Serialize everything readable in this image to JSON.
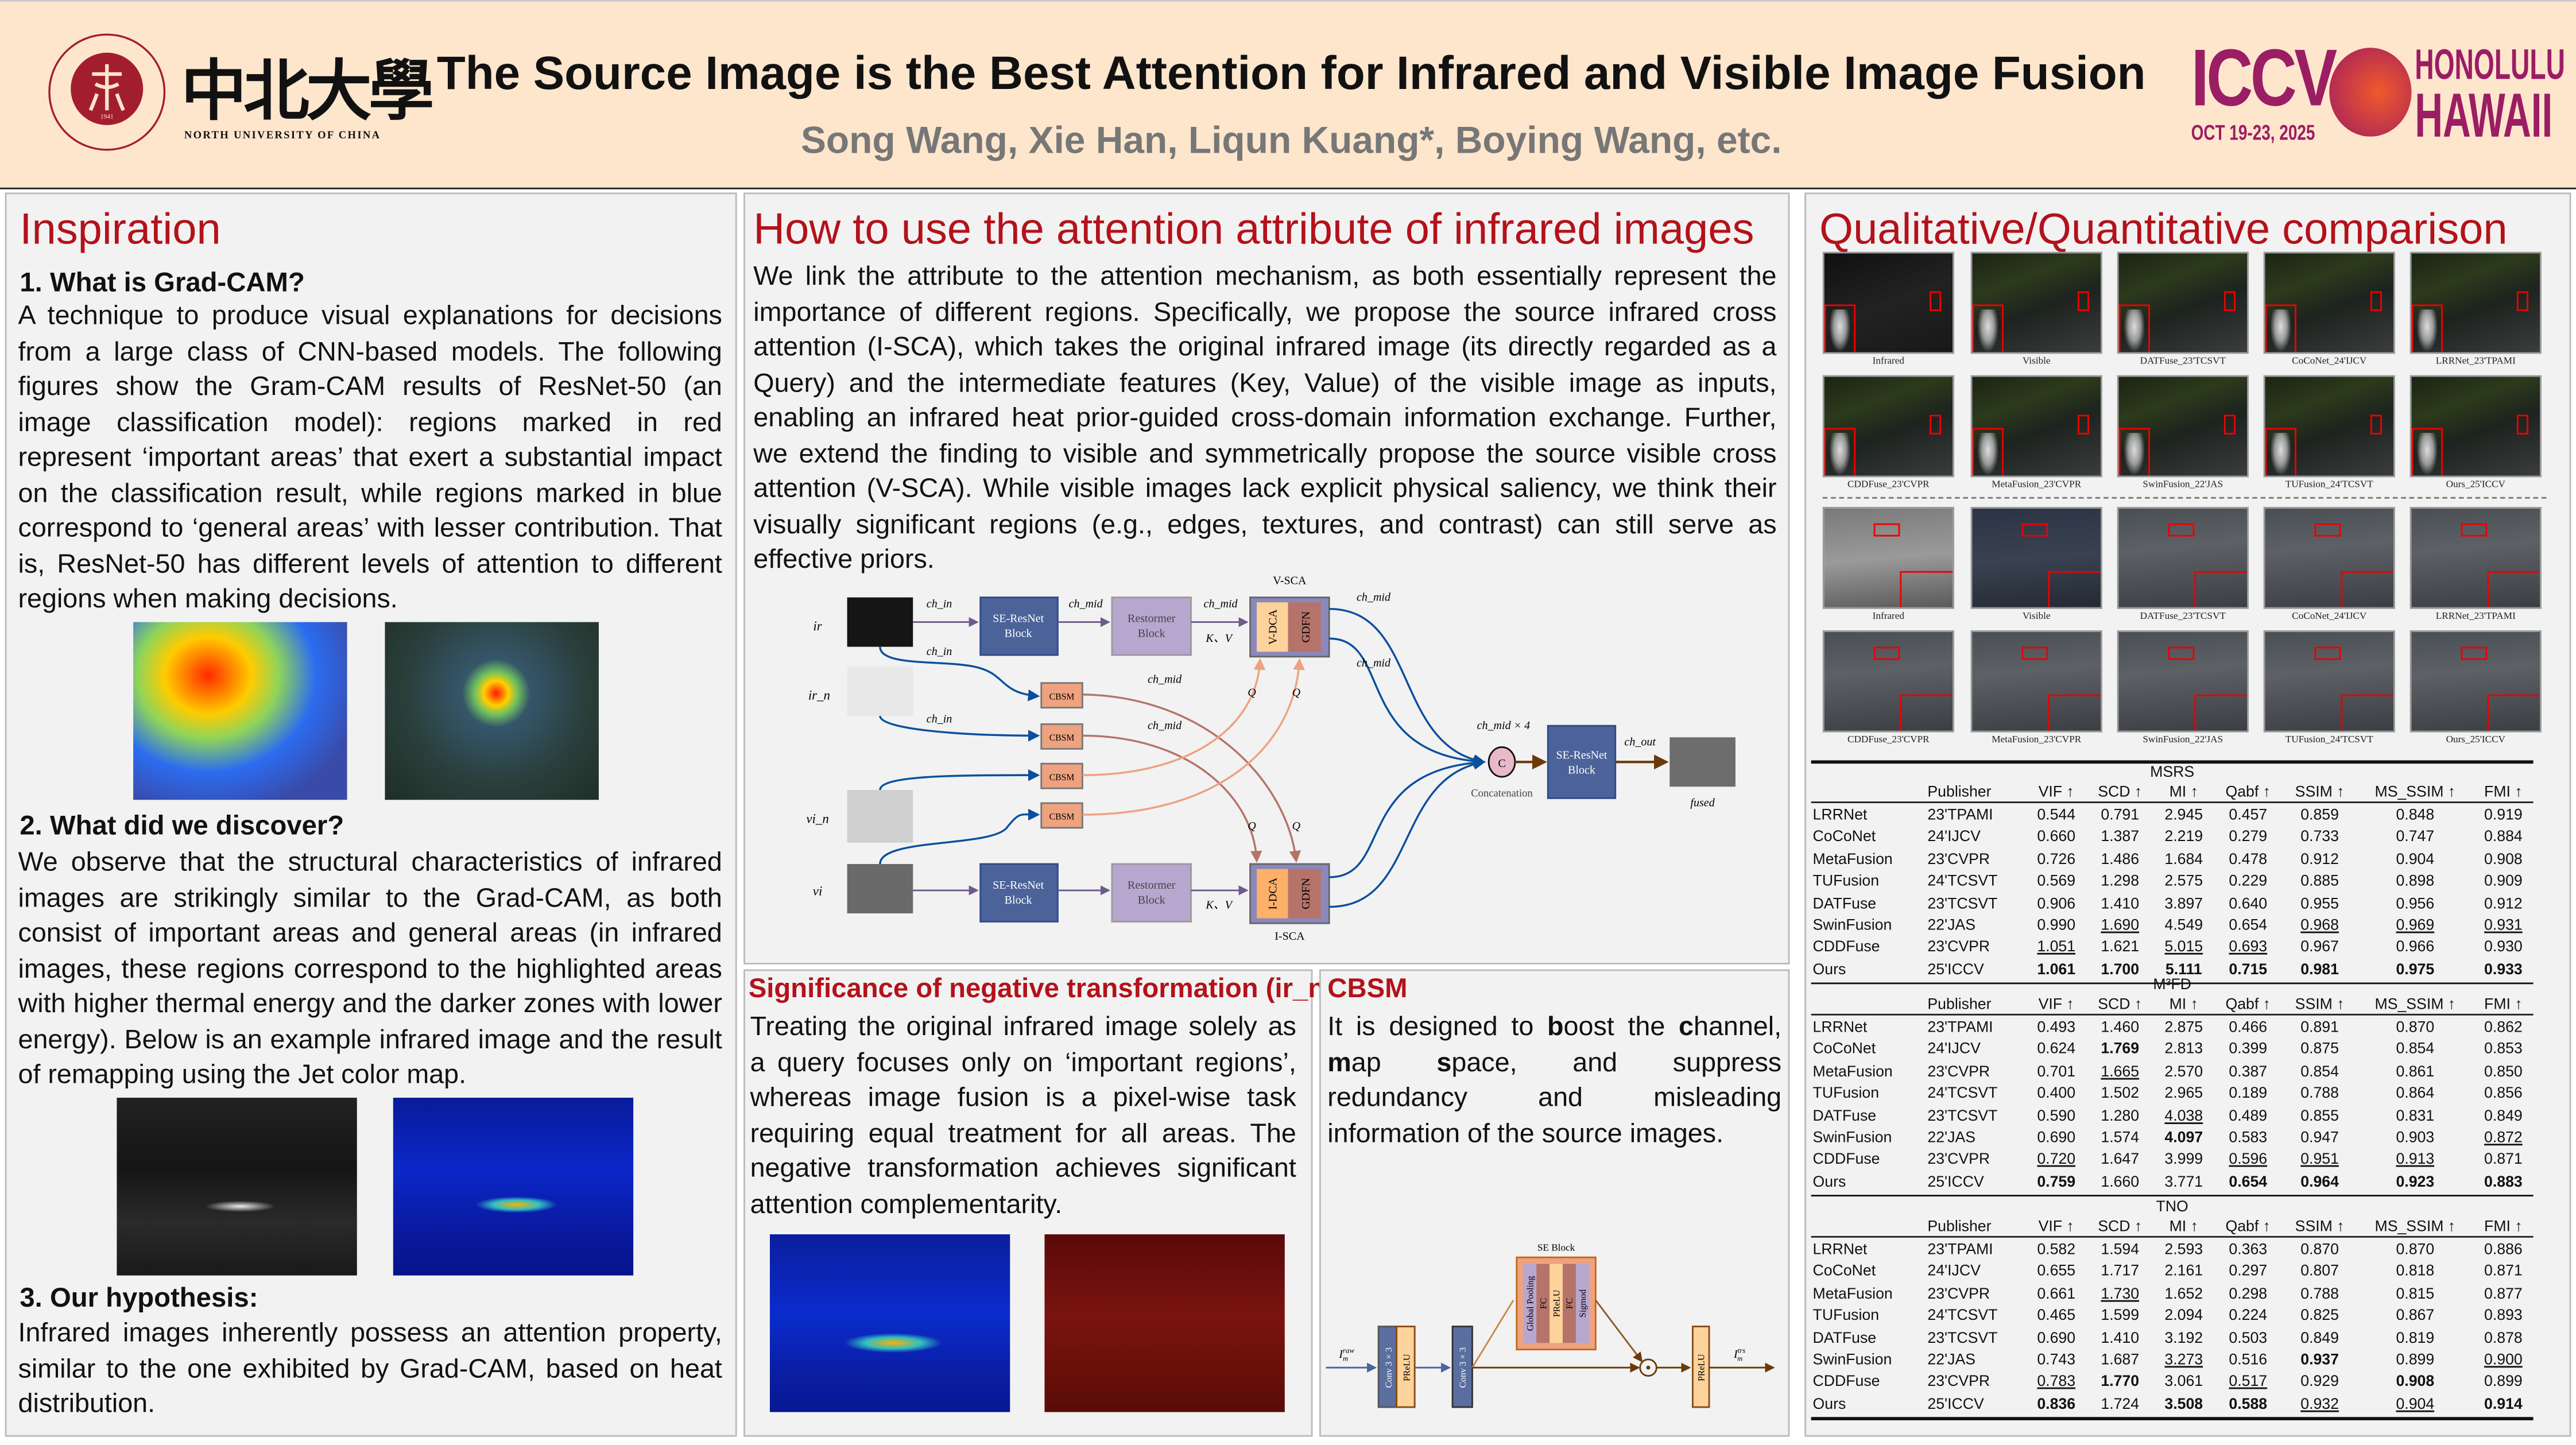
{
  "header": {
    "title": "The Source Image is the Best Attention for Infrared and Visible Image Fusion",
    "authors": "Song Wang, Xie Han, Liqun Kuang*, Boying Wang, etc.",
    "university_logo": {
      "seal_text": "NORTH UNIVERSITY OF CHINA",
      "seal_year": "1941",
      "chinese_name": "中北大學",
      "english_name": "NORTH UNIVERSITY OF CHINA"
    },
    "conference_logo": {
      "name": "ICCV",
      "dates": "OCT 19-23, 2025",
      "city": "HONOLULU",
      "state": "HAWAII"
    }
  },
  "inspiration": {
    "heading": "Inspiration",
    "s1_title": "1. What is Grad-CAM?",
    "s1_text": "A technique to produce visual explanations for decisions from a large class of CNN-based models. The following figures show the Gram-CAM results of ResNet-50 (an image classification model): regions marked in red represent ‘important areas’ that exert a substantial impact on the classification result, while regions marked in blue correspond to ‘general areas’ with lesser contribution. That is, ResNet-50 has different levels of attention to different regions when making decisions.",
    "s2_title": "2. What did we discover?",
    "s2_text": "We observe that the structural characteristics of infrared images are strikingly similar to the Grad-CAM, as both consist of important areas and general areas (in infrared images, these regions correspond to the highlighted areas with higher thermal energy and the darker zones with lower energy). Below is an example infrared image and the result of remapping using the Jet color map.",
    "s3_title": "3. Our hypothesis:",
    "s3_text": "Infrared images inherently possess an attention property, similar to the one exhibited by Grad-CAM, based on heat distribution."
  },
  "method": {
    "heading": "How to use the attention attribute of infrared images",
    "text": "We link the attribute to the attention mechanism, as both essentially represent the importance of different regions. Specifically, we propose the source infrared cross attention (I-SCA), which takes the original infrared image (its directly regarded as a Query) and the intermediate features (Key, Value) of the visible image as inputs, enabling an infrared heat prior-guided cross-domain information exchange. Further, we extend the finding to visible and symmetrically propose the source visible cross attention (V-SCA). While visible images lack explicit physical saliency, we think their visually significant regions (e.g., edges, textures, and contrast) can still serve as effective priors.",
    "diagram": {
      "inputs": [
        "ir",
        "ir_n",
        "vi_n",
        "vi"
      ],
      "ch_in": "ch_in",
      "ch_mid": "ch_mid",
      "ch_out": "ch_out",
      "kv": "K、V",
      "q": "Q",
      "se_resnet": [
        "SE-ResNet",
        "Block"
      ],
      "restormer": [
        "Restormer",
        "Block"
      ],
      "cbsm": "CBSM",
      "vsca": "V-SCA",
      "isca": "I-SCA",
      "vdca": "V-DCA",
      "idca": "I-DCA",
      "gdfn": "GDFN",
      "concat_symbol": "C",
      "concat_label": "Concatenation",
      "ch_mid_x4": "ch_mid × 4",
      "fused": "fused"
    }
  },
  "negative": {
    "heading": "Significance of negative transformation (ir_n)",
    "text": "Treating the original infrared image solely as a query focuses only on ‘important regions’, whereas image fusion is a pixel-wise task requiring equal treatment for all areas. The negative transformation achieves significant attention complementarity."
  },
  "cbsm": {
    "heading": "CBSM",
    "segments": [
      "It is designed to ",
      "b",
      "oost the ",
      "c",
      "hannel, ",
      "m",
      "ap ",
      "s",
      "pace, and suppress redundancy and misleading information of the source images."
    ],
    "diagram": {
      "title": "SE Block",
      "layers": [
        "Global Pooling",
        "FC",
        "PReLU",
        "FC",
        "Sigmod"
      ],
      "conv": "Conv 3 × 3",
      "prelu": "PReLU",
      "input": "I",
      "input_sup": "raw",
      "output": "I",
      "output_sup": "trs",
      "sub": "m",
      "odot": "⊙"
    }
  },
  "comparison": {
    "heading": "Qualitative/Quantitative comparison",
    "captions": [
      "Infrared",
      "Visible",
      "DATFuse_23'TCSVT",
      "CoCoNet_24'IJCV",
      "LRRNet_23'TPAMI",
      "CDDFuse_23'CVPR",
      "MetaFusion_23'CVPR",
      "SwinFusion_22'JAS",
      "TUFusion_24'TCSVT",
      "Ours_25'ICCV"
    ],
    "columns": [
      "Publisher",
      "VIF ↑",
      "SCD ↑",
      "MI ↑",
      "Qabf ↑",
      "SSIM ↑",
      "MS_SSIM ↑",
      "FMI ↑"
    ],
    "tables": [
      {
        "dataset": "MSRS",
        "rows": [
          {
            "method": "LRRNet",
            "publisher": "23'TPAMI",
            "values": [
              "0.544",
              "0.791",
              "2.945",
              "0.457",
              "0.859",
              "0.848",
              "0.919"
            ],
            "bold": [],
            "underline": []
          },
          {
            "method": "CoCoNet",
            "publisher": "24'IJCV",
            "values": [
              "0.660",
              "1.387",
              "2.219",
              "0.279",
              "0.733",
              "0.747",
              "0.884"
            ],
            "bold": [],
            "underline": []
          },
          {
            "method": "MetaFusion",
            "publisher": "23'CVPR",
            "values": [
              "0.726",
              "1.486",
              "1.684",
              "0.478",
              "0.912",
              "0.904",
              "0.908"
            ],
            "bold": [],
            "underline": []
          },
          {
            "method": "TUFusion",
            "publisher": "24'TCSVT",
            "values": [
              "0.569",
              "1.298",
              "2.575",
              "0.229",
              "0.885",
              "0.898",
              "0.909"
            ],
            "bold": [],
            "underline": []
          },
          {
            "method": "DATFuse",
            "publisher": "23'TCSVT",
            "values": [
              "0.906",
              "1.410",
              "3.897",
              "0.640",
              "0.955",
              "0.956",
              "0.912"
            ],
            "bold": [],
            "underline": []
          },
          {
            "method": "SwinFusion",
            "publisher": "22'JAS",
            "values": [
              "0.990",
              "1.690",
              "4.549",
              "0.654",
              "0.968",
              "0.969",
              "0.931"
            ],
            "bold": [],
            "underline": [
              1,
              4,
              5,
              6
            ]
          },
          {
            "method": "CDDFuse",
            "publisher": "23'CVPR",
            "values": [
              "1.051",
              "1.621",
              "5.015",
              "0.693",
              "0.967",
              "0.966",
              "0.930"
            ],
            "bold": [],
            "underline": [
              0,
              2,
              3
            ]
          },
          {
            "method": "Ours",
            "publisher": "25'ICCV",
            "values": [
              "1.061",
              "1.700",
              "5.111",
              "0.715",
              "0.981",
              "0.975",
              "0.933"
            ],
            "bold": [
              0,
              1,
              2,
              3,
              4,
              5,
              6
            ],
            "underline": []
          }
        ]
      },
      {
        "dataset": "M³FD",
        "rows": [
          {
            "method": "LRRNet",
            "publisher": "23'TPAMI",
            "values": [
              "0.493",
              "1.460",
              "2.875",
              "0.466",
              "0.891",
              "0.870",
              "0.862"
            ],
            "bold": [],
            "underline": []
          },
          {
            "method": "CoCoNet",
            "publisher": "24'IJCV",
            "values": [
              "0.624",
              "1.769",
              "2.813",
              "0.399",
              "0.875",
              "0.854",
              "0.853"
            ],
            "bold": [
              1
            ],
            "underline": []
          },
          {
            "method": "MetaFusion",
            "publisher": "23'CVPR",
            "values": [
              "0.701",
              "1.665",
              "2.570",
              "0.387",
              "0.854",
              "0.861",
              "0.850"
            ],
            "bold": [],
            "underline": [
              1
            ]
          },
          {
            "method": "TUFusion",
            "publisher": "24'TCSVT",
            "values": [
              "0.400",
              "1.502",
              "2.965",
              "0.189",
              "0.788",
              "0.864",
              "0.856"
            ],
            "bold": [],
            "underline": []
          },
          {
            "method": "DATFuse",
            "publisher": "23'TCSVT",
            "values": [
              "0.590",
              "1.280",
              "4.038",
              "0.489",
              "0.855",
              "0.831",
              "0.849"
            ],
            "bold": [],
            "underline": [
              2
            ]
          },
          {
            "method": "SwinFusion",
            "publisher": "22'JAS",
            "values": [
              "0.690",
              "1.574",
              "4.097",
              "0.583",
              "0.947",
              "0.903",
              "0.872"
            ],
            "bold": [
              2
            ],
            "underline": [
              6
            ]
          },
          {
            "method": "CDDFuse",
            "publisher": "23'CVPR",
            "values": [
              "0.720",
              "1.647",
              "3.999",
              "0.596",
              "0.951",
              "0.913",
              "0.871"
            ],
            "bold": [],
            "underline": [
              0,
              3,
              4,
              5
            ]
          },
          {
            "method": "Ours",
            "publisher": "25'ICCV",
            "values": [
              "0.759",
              "1.660",
              "3.771",
              "0.654",
              "0.964",
              "0.923",
              "0.883"
            ],
            "bold": [
              0,
              3,
              4,
              5,
              6
            ],
            "underline": []
          }
        ]
      },
      {
        "dataset": "TNO",
        "rows": [
          {
            "method": "LRRNet",
            "publisher": "23'TPAMI",
            "values": [
              "0.582",
              "1.594",
              "2.593",
              "0.363",
              "0.870",
              "0.870",
              "0.886"
            ],
            "bold": [],
            "underline": []
          },
          {
            "method": "CoCoNet",
            "publisher": "24'IJCV",
            "values": [
              "0.655",
              "1.717",
              "2.161",
              "0.297",
              "0.807",
              "0.818",
              "0.871"
            ],
            "bold": [],
            "underline": []
          },
          {
            "method": "MetaFusion",
            "publisher": "23'CVPR",
            "values": [
              "0.661",
              "1.730",
              "1.652",
              "0.298",
              "0.788",
              "0.815",
              "0.877"
            ],
            "bold": [],
            "underline": [
              1
            ]
          },
          {
            "method": "TUFusion",
            "publisher": "24'TCSVT",
            "values": [
              "0.465",
              "1.599",
              "2.094",
              "0.224",
              "0.825",
              "0.867",
              "0.893"
            ],
            "bold": [],
            "underline": []
          },
          {
            "method": "DATFuse",
            "publisher": "23'TCSVT",
            "values": [
              "0.690",
              "1.410",
              "3.192",
              "0.503",
              "0.849",
              "0.819",
              "0.878"
            ],
            "bold": [],
            "underline": []
          },
          {
            "method": "SwinFusion",
            "publisher": "22'JAS",
            "values": [
              "0.743",
              "1.687",
              "3.273",
              "0.516",
              "0.937",
              "0.899",
              "0.900"
            ],
            "bold": [
              4
            ],
            "underline": [
              2,
              6
            ]
          },
          {
            "method": "CDDFuse",
            "publisher": "23'CVPR",
            "values": [
              "0.783",
              "1.770",
              "3.061",
              "0.517",
              "0.929",
              "0.908",
              "0.899"
            ],
            "bold": [
              1,
              5
            ],
            "underline": [
              0,
              3
            ]
          },
          {
            "method": "Ours",
            "publisher": "25'ICCV",
            "values": [
              "0.836",
              "1.724",
              "3.508",
              "0.588",
              "0.932",
              "0.904",
              "0.914"
            ],
            "bold": [
              0,
              2,
              3,
              6
            ],
            "underline": [
              4,
              5
            ]
          }
        ]
      }
    ]
  },
  "colors": {
    "header_bg": "#fee6cd",
    "heading_red": "#b3121b",
    "panel_bg": "#f2f2f2",
    "iccv_purple": "#9b1d63",
    "nuc_red": "#a21e2e"
  }
}
